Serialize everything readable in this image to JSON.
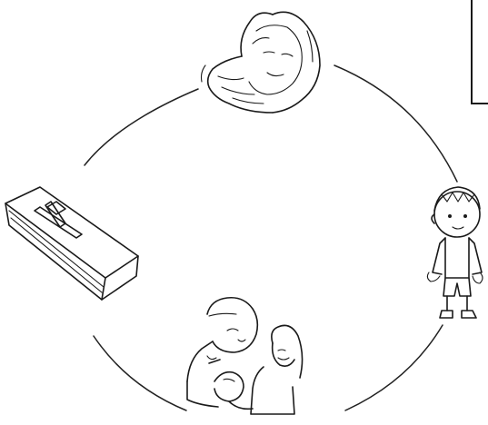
{
  "diagram": {
    "kind": "life-cycle",
    "stages": [
      {
        "id": "elderly",
        "icon": "elderly-person-icon"
      },
      {
        "id": "child",
        "icon": "child-icon"
      },
      {
        "id": "parent-and-child",
        "icon": "parent-with-child-icon"
      },
      {
        "id": "death",
        "icon": "coffin-icon"
      }
    ],
    "colors": {
      "ink": "#1a1a1a",
      "background": "#ffffff"
    }
  }
}
